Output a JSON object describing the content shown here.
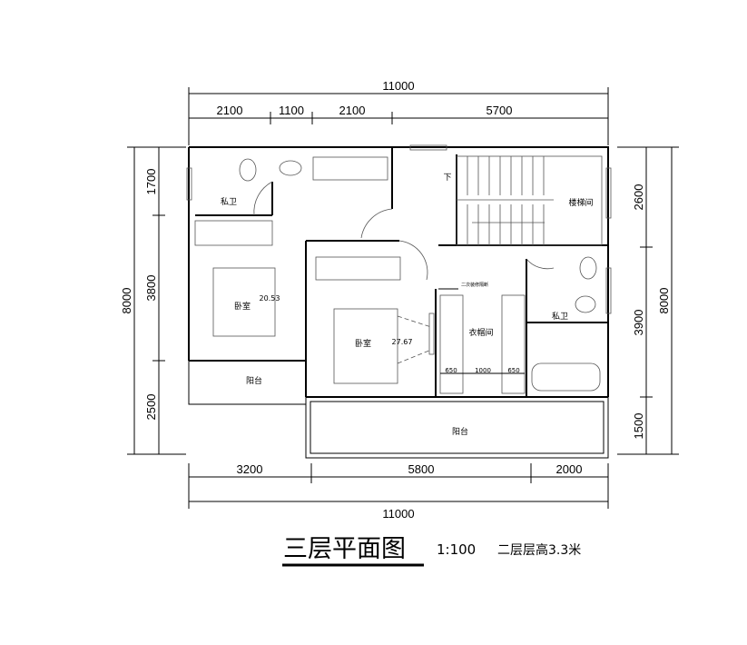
{
  "drawing": {
    "title": "三层平面图",
    "scale": "1:100",
    "note": "二层层高3.3米"
  },
  "dimensions": {
    "top_total": "11000",
    "top_segments": [
      "2100",
      "1100",
      "2100",
      "5700"
    ],
    "bottom_segments": [
      "3200",
      "5800",
      "2000"
    ],
    "bottom_total": "11000",
    "left_total": "8000",
    "left_segments": [
      "1700",
      "3800",
      "2500"
    ],
    "right_segments": [
      "2600",
      "3900",
      "1500"
    ],
    "right_total": "8000",
    "closet_segments": [
      "650",
      "1000",
      "650"
    ]
  },
  "rooms": {
    "bath_top_left": "私卫",
    "bedroom_left": "卧室",
    "bedroom_left_area": "20.53",
    "balcony_left": "阳台",
    "bedroom_center": "卧室",
    "bedroom_center_area": "27.67",
    "closet": "衣帽间",
    "bath_right": "私卫",
    "stair": "楼梯间",
    "stair_down": "下",
    "balcony_bottom": "阳台",
    "partition_note": "二次装修隔断"
  }
}
